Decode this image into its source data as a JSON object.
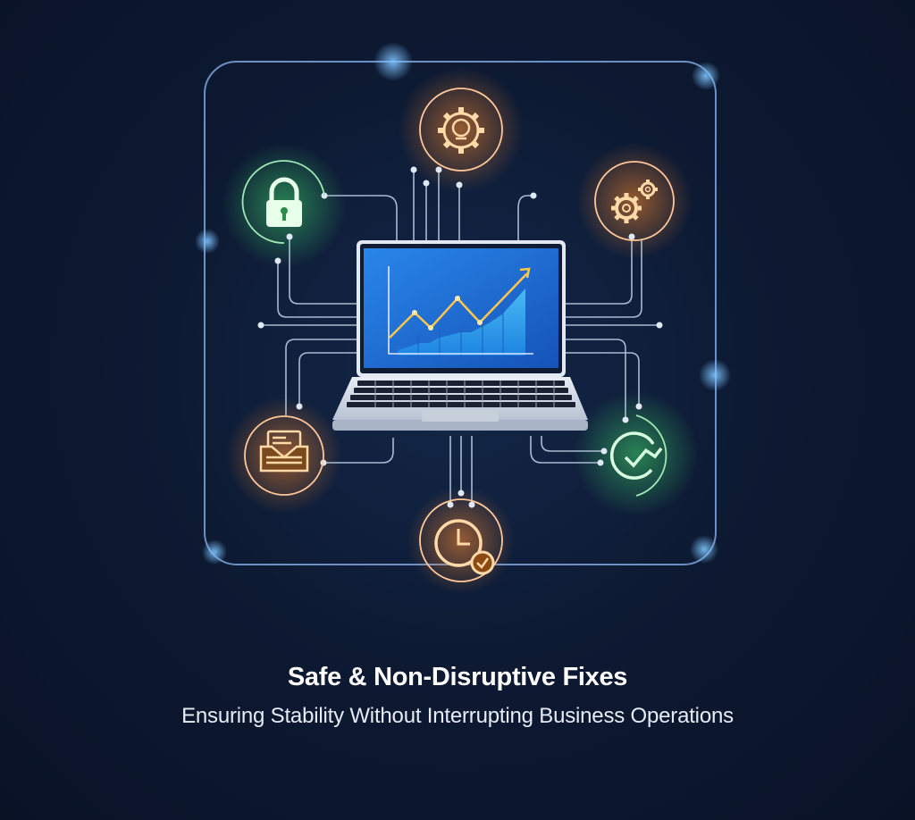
{
  "title": "Safe & Non-Disruptive Fixes",
  "subtitle": "Ensuring Stability Without Interrupting Business Operations",
  "colors": {
    "background": "#0d1a33",
    "frame": "#8fb4e8",
    "circuit": "#b9cbe3",
    "green": "#3fd46a",
    "orange": "#ff9a3c",
    "screen": "#1f6fd6"
  },
  "diagram": {
    "center": {
      "label": "laptop",
      "icon": "laptop-chart-icon"
    },
    "nodes": [
      {
        "id": "security",
        "icon": "padlock-icon",
        "color": "green",
        "position": "top-left"
      },
      {
        "id": "settings",
        "icon": "gear-lightbulb-icon",
        "color": "orange",
        "position": "top"
      },
      {
        "id": "automation",
        "icon": "gears-icon",
        "color": "orange",
        "position": "top-right"
      },
      {
        "id": "documents",
        "icon": "document-tray-icon",
        "color": "orange",
        "position": "bottom-left"
      },
      {
        "id": "scheduling",
        "icon": "clock-check-icon",
        "color": "orange",
        "position": "bottom"
      },
      {
        "id": "verified",
        "icon": "refresh-check-icon",
        "color": "green",
        "position": "bottom-right"
      }
    ]
  }
}
